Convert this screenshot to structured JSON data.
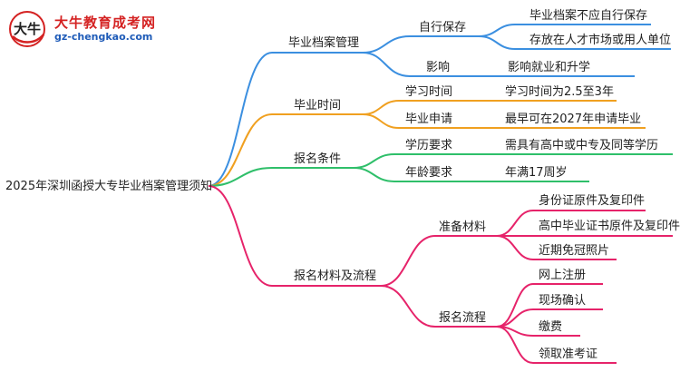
{
  "logo": {
    "title": "大牛教育成考网",
    "url": "gz-chengkao.com",
    "mark_text": "大牛"
  },
  "colors": {
    "blue": "#3b8fe0",
    "orange": "#f0a020",
    "green": "#2fbf6a",
    "pink": "#e6236a"
  },
  "root": "2025年深圳函授大专毕业档案管理须知",
  "branches": {
    "archive": {
      "label": "毕业档案管理",
      "self_keep": {
        "label": "自行保存",
        "items": [
          "毕业档案不应自行保存",
          "存放在人才市场或用人单位"
        ]
      },
      "influence": {
        "label": "影响",
        "items": [
          "影响就业和升学"
        ]
      }
    },
    "time": {
      "label": "毕业时间",
      "study": {
        "label": "学习时间",
        "items": [
          "学习时间为2.5至3年"
        ]
      },
      "apply": {
        "label": "毕业申请",
        "items": [
          "最早可在2027年申请毕业"
        ]
      }
    },
    "conditions": {
      "label": "报名条件",
      "edu": {
        "label": "学历要求",
        "items": [
          "需具有高中或中专及同等学历"
        ]
      },
      "age": {
        "label": "年龄要求",
        "items": [
          "年满17周岁"
        ]
      }
    },
    "materials": {
      "label": "报名材料及流程",
      "prepare": {
        "label": "准备材料",
        "items": [
          "身份证原件及复印件",
          "高中毕业证书原件及复印件",
          "近期免冠照片"
        ]
      },
      "process": {
        "label": "报名流程",
        "items": [
          "网上注册",
          "现场确认",
          "缴费",
          "领取准考证"
        ]
      }
    }
  }
}
